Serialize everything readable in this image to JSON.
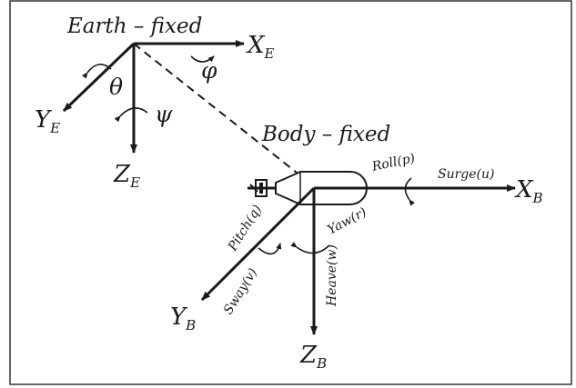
{
  "frames": {
    "earth_title": "Earth – fixed",
    "body_title": "Body – fixed"
  },
  "earth_axes": {
    "x": {
      "letter": "X",
      "sub": "E"
    },
    "y": {
      "letter": "Y",
      "sub": "E"
    },
    "z": {
      "letter": "Z",
      "sub": "E"
    }
  },
  "earth_angles": {
    "phi": "φ",
    "theta": "θ",
    "psi": "ψ"
  },
  "body_axes": {
    "x": {
      "letter": "X",
      "sub": "B"
    },
    "y": {
      "letter": "Y",
      "sub": "B"
    },
    "z": {
      "letter": "Z",
      "sub": "B"
    }
  },
  "motions": {
    "roll": "Roll(p)",
    "surge": "Surge(u)",
    "pitch": "Pitch(q)",
    "yaw": "Yaw(r)",
    "sway": "Sway(v)",
    "heave": "Heave(w)"
  }
}
